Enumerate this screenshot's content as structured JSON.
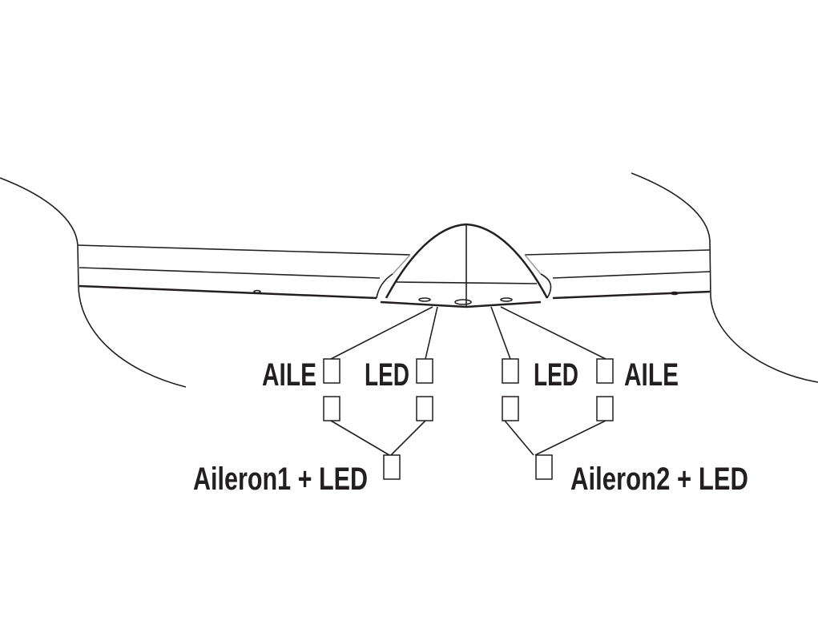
{
  "labels": {
    "left_aile": "AILE",
    "left_led": "LED",
    "right_led": "LED",
    "right_aile": "AILE",
    "left_combined": "Aileron1 + LED",
    "right_combined": "Aileron2 + LED"
  },
  "colors": {
    "ink": "#231f20",
    "background": "#ffffff"
  },
  "icons": [
    "connector-icon"
  ]
}
